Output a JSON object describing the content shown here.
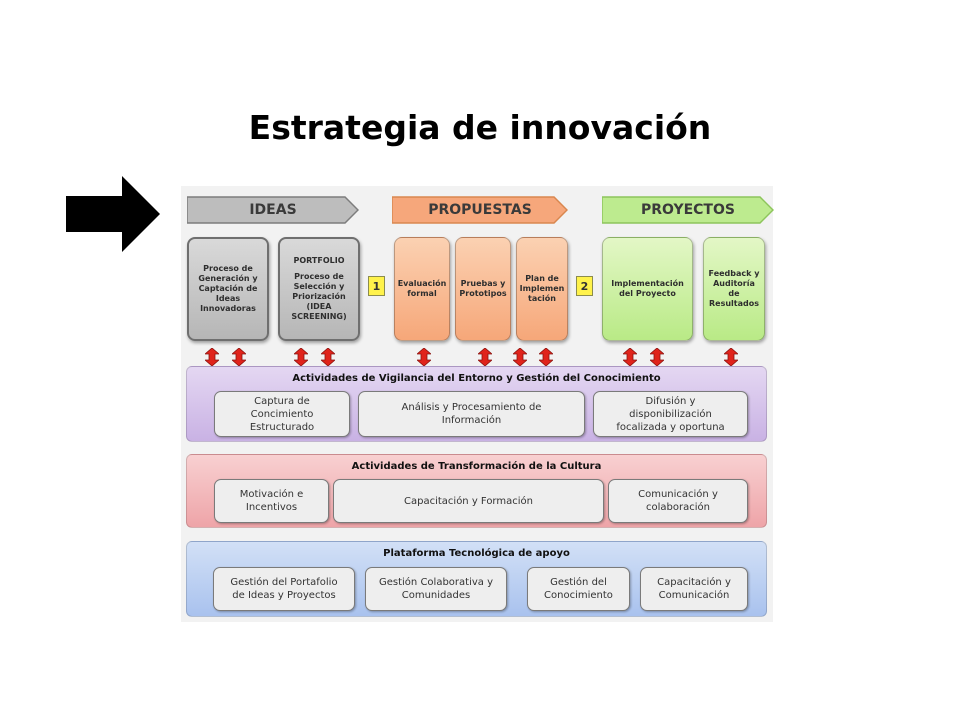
{
  "title": "Estrategia de innovación",
  "colors": {
    "ideas": "#b9b9b9",
    "propuestas": "#f6a779",
    "proyectos": "#b9ea86",
    "vigilancia": "#d6c5ea",
    "cultura": "#f4b6b9",
    "plataforma": "#b8cdf0",
    "arrow": "#e0231b"
  },
  "icons": {
    "pointer": "right-arrow-icon",
    "updown": "up-down-arrow-icon"
  },
  "phases": {
    "ideas": "IDEAS",
    "propuestas": "PROPUESTAS",
    "proyectos": "PROYECTOS"
  },
  "cards": {
    "generacion": "Proceso de\nGeneración y\nCaptación de\nIdeas\nInnovadoras",
    "portfolio_head": "PORTFOLIO",
    "portfolio": "Proceso de\nSelección y\nPriorización\n(IDEA\nSCREENING)",
    "evaluacion": "Evaluación\nformal",
    "pruebas": "Pruebas y\nPrototipos",
    "plan": "Plan de\nImplemen\ntación",
    "implementacion": "Implementación\ndel Proyecto",
    "feedback": "Feedback y\nAuditoría de\nResultados"
  },
  "steps": [
    "1",
    "2"
  ],
  "bands": {
    "vigilancia": {
      "title": "Actividades de Vigilancia del Entorno y Gestión del Conocimiento",
      "items": [
        "Captura de\nConcimiento\nEstructurado",
        "Análisis y Procesamiento de\nInformación",
        "Difusión y\ndisponibilización\nfocalizada y oportuna"
      ]
    },
    "cultura": {
      "title": "Actividades de Transformación de la Cultura",
      "items": [
        "Motivación e\nIncentivos",
        "Capacitación y Formación",
        "Comunicación y\ncolaboración"
      ]
    },
    "plataforma": {
      "title": "Plataforma Tecnológica de apoyo",
      "items": [
        "Gestión del Portafolio\nde Ideas y Proyectos",
        "Gestión Colaborativa y\nComunidades",
        "Gestión del\nConocimiento",
        "Capacitación y\nComunicación"
      ]
    }
  }
}
